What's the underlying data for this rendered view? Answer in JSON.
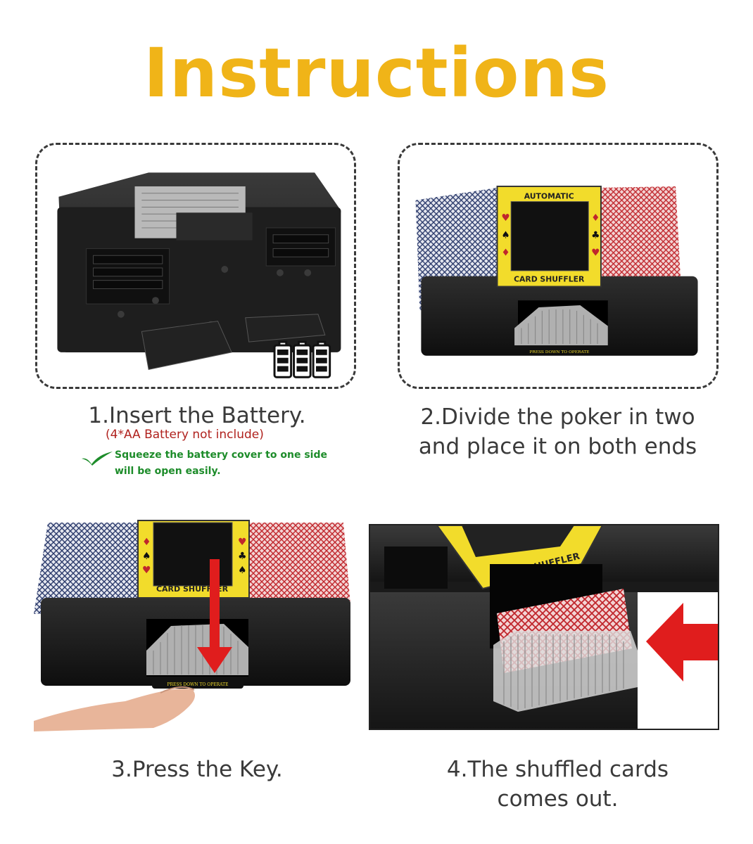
{
  "header": {
    "title": "Instructions"
  },
  "steps": [
    {
      "caption": "1.Insert the Battery.",
      "note": "(4*AA Battery not include)",
      "tip_line1": "Squeeze the battery cover to one side",
      "tip_line2": "will be open easily."
    },
    {
      "caption_line1": "2.Divide the poker in two",
      "caption_line2": "and place it on both ends",
      "label_top": "AUTOMATIC",
      "label_bottom": "CARD SHUFFLER",
      "button_text": "PRESS DOWN TO OPERATE"
    },
    {
      "caption": "3.Press the Key.",
      "label_bottom": "CARD SHUFFLER",
      "button_text": "PRESS DOWN TO OPERATE"
    },
    {
      "caption_line1": "4.The shuffled cards",
      "caption_line2": "comes out.",
      "label_bottom": "CARD SHUFFLER"
    }
  ],
  "colors": {
    "title": "#f0b418",
    "note": "#b0221e",
    "tip": "#1d8c2a",
    "arrow": "#e01d1d",
    "card_red": "#c0262c",
    "card_blue": "#2b3a6b",
    "label_yellow": "#f2dc2b"
  },
  "icons": [
    "battery-icon",
    "check-icon",
    "down-arrow-icon",
    "left-arrow-icon"
  ]
}
